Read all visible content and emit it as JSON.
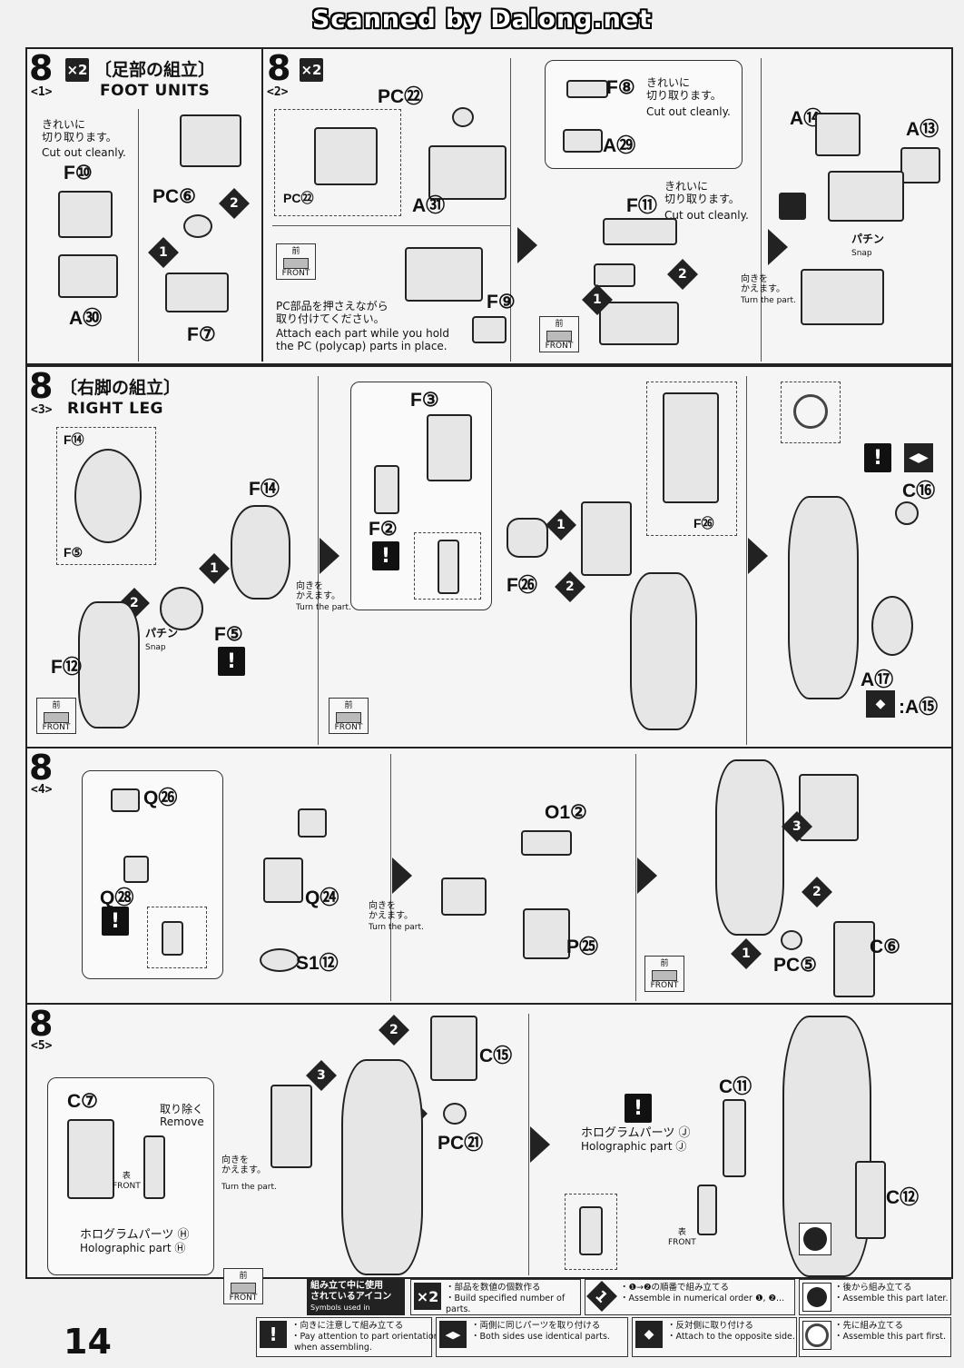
{
  "header": {
    "watermark": "Scanned by Dalong.net"
  },
  "page_number": "14",
  "step_number": "8",
  "panels": {
    "p1": {
      "sub": "<1>",
      "multiplier": "×2",
      "title_jp": "〔足部の組立〕",
      "title_en": "FOOT UNITS",
      "note_jp": "きれいに\n切り取ります。",
      "note_en": "Cut out cleanly.",
      "parts": [
        "F⑩",
        "PC⑥",
        "A㉚",
        "F⑦"
      ]
    },
    "p2": {
      "sub": "<2>",
      "multiplier": "×2",
      "parts": [
        "PC㉒",
        "A㉛",
        "PC㉒",
        "F⑨"
      ],
      "note_jp": "PC部品を押さえながら\n取り付けてください。",
      "note_en": "Attach each part while you hold\nthe PC (polycap) parts in place.",
      "front_jp": "前",
      "front_en": "FRONT"
    },
    "p2b": {
      "parts": [
        "F⑧",
        "A㉙",
        "F⑪"
      ],
      "note1_jp": "きれいに\n切り取ります。",
      "note1_en": "Cut out cleanly.",
      "note2_jp": "きれいに\n切り取ります。",
      "note2_en": "Cut out cleanly.",
      "front_jp": "前",
      "front_en": "FRONT"
    },
    "p2c": {
      "parts": [
        "A⑭",
        "A⑬"
      ],
      "snap_jp": "パチン",
      "snap_en": "Snap",
      "turn_jp": "向きを\nかえます。",
      "turn_en": "Turn the part."
    },
    "p3": {
      "sub": "<3>",
      "title_jp": "〔右脚の組立〕",
      "title_en": "RIGHT LEG",
      "parts": [
        "F⑭",
        "F⑤",
        "F⑭",
        "F⑤",
        "F⑫",
        "F③",
        "F②",
        "F㉖",
        "F㉖",
        "C⑯",
        "A⑰",
        "A⑮"
      ],
      "snap_jp": "パチン",
      "snap_en": "Snap",
      "turn_jp": "向きを\nかえます。",
      "turn_en": "Turn the part.",
      "front_jp": "前",
      "front_en": "FRONT"
    },
    "p4": {
      "sub": "<4>",
      "parts": [
        "Q㉖",
        "Q㉘",
        "Q㉔",
        "S1⑫",
        "O1②",
        "P㉕",
        "C⑥",
        "PC⑤"
      ],
      "turn_jp": "向きを\nかえます。",
      "turn_en": "Turn the part.",
      "front_jp": "前",
      "front_en": "FRONT"
    },
    "p5": {
      "sub": "<5>",
      "parts": [
        "C⑦",
        "C⑮",
        "PC㉑",
        "C⑪",
        "C⑫"
      ],
      "remove_jp": "取り除く",
      "remove_en": "Remove",
      "holo_h_jp": "ホログラムパーツ Ⓗ",
      "holo_h_en": "Holographic part Ⓗ",
      "holo_j_jp": "ホログラムパーツ Ⓙ",
      "holo_j_en": "Holographic part Ⓙ",
      "omote_jp": "表",
      "omote_en": "FRONT",
      "turn_jp": "向きを\nかえます。",
      "turn_en": "Turn the part.",
      "front_jp": "前",
      "front_en": "FRONT"
    }
  },
  "legend": {
    "title_jp": "組み立て中に使用\nされているアイコン",
    "title_en": "Symbols used in instructions",
    "items": [
      {
        "icon": "×2",
        "jp": "・部品を数値の個数作る",
        "en": "・Build specified number of parts."
      },
      {
        "icon": "❶",
        "jp": "・❶→❷の順番で組み立てる",
        "en": "・Assemble in numerical order ❶, ❷..."
      },
      {
        "icon": "half-circle-icon",
        "jp": "・後から組み立てる",
        "en": "・Assemble this part later."
      },
      {
        "icon": "!",
        "jp": "・向きに注意して組み立てる",
        "en": "・Pay attention to part orientation\n when assembling."
      },
      {
        "icon": "mirror-icon",
        "jp": "・両側に同じパーツを取り付ける",
        "en": "・Both sides use identical parts."
      },
      {
        "icon": "opposite-icon",
        "jp": "・反対側に取り付ける",
        "en": "・Attach to the opposite side."
      },
      {
        "icon": "first-icon",
        "jp": "・先に組み立てる",
        "en": "・Assemble this part first."
      }
    ]
  },
  "colors": {
    "ink": "#222222",
    "paper": "#f5f5f5",
    "part_fill": "#e6e6e6"
  }
}
